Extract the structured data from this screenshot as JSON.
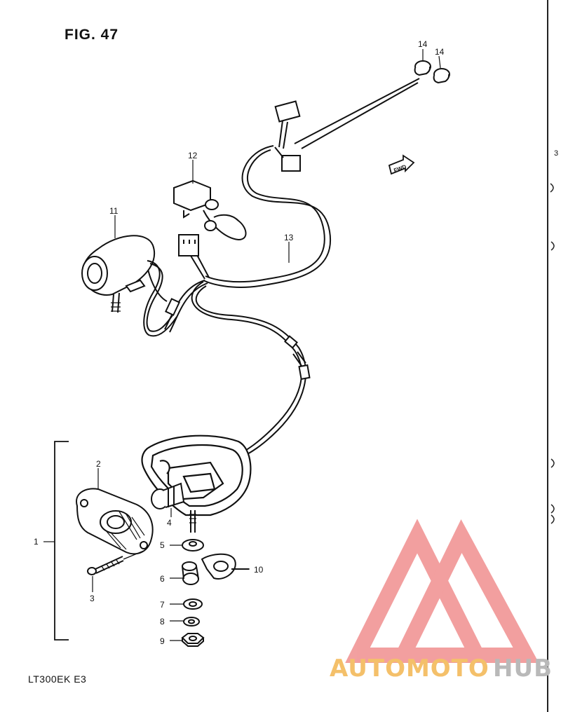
{
  "figure": {
    "title": "FIG. 47",
    "model_code": "LT300EK  E3",
    "direction_label": "FWD"
  },
  "callouts": [
    {
      "id": "c14a",
      "label": "14"
    },
    {
      "id": "c14b",
      "label": "14"
    },
    {
      "id": "c12",
      "label": "12"
    },
    {
      "id": "c11",
      "label": "11"
    },
    {
      "id": "c13",
      "label": "13"
    },
    {
      "id": "c2",
      "label": "2"
    },
    {
      "id": "c4",
      "label": "4"
    },
    {
      "id": "c1",
      "label": "1"
    },
    {
      "id": "c5",
      "label": "5"
    },
    {
      "id": "c10",
      "label": "10"
    },
    {
      "id": "c6",
      "label": "6"
    },
    {
      "id": "c3",
      "label": "3"
    },
    {
      "id": "c7",
      "label": "7"
    },
    {
      "id": "c8",
      "label": "8"
    },
    {
      "id": "c9",
      "label": "9"
    }
  ],
  "watermark": {
    "part1": "AUTOMOTO",
    "part2": "HUB",
    "color1": "#f4c06a",
    "color2": "#b9b9b9",
    "logo_color": "#f08f8f"
  },
  "edge_marks": [
    "3"
  ]
}
